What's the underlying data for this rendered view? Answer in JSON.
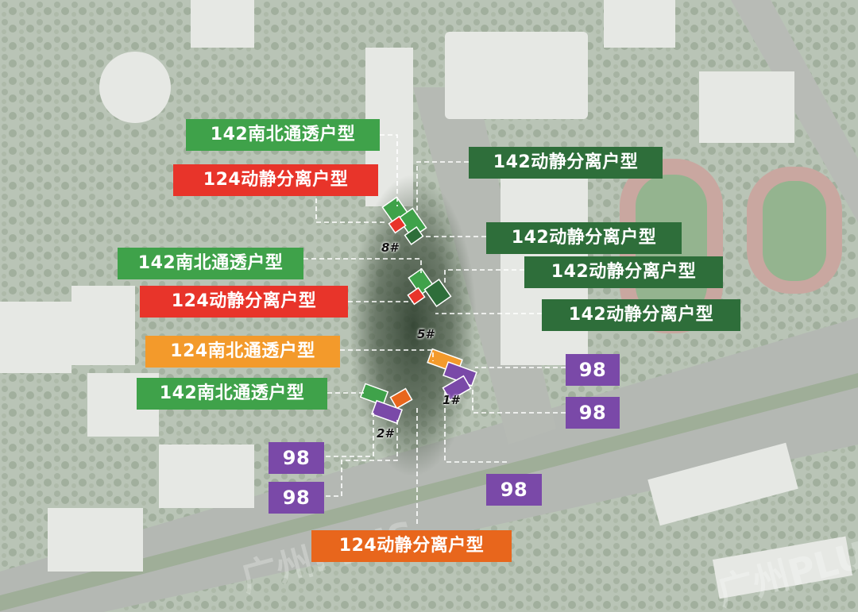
{
  "labels": {
    "l1": "142南北通透户型",
    "l2": "124动静分离户型",
    "l3": "142动静分离户型",
    "l4": "142动静分离户型",
    "l5": "142南北通透户型",
    "l6": "142动静分离户型",
    "l7": "124动静分离户型",
    "l8": "142动静分离户型",
    "l9": "124南北通透户型",
    "l10": "98",
    "l11": "142南北通透户型",
    "l12": "98",
    "l13": "98",
    "l14": "98",
    "l15": "98",
    "l16": "124动静分离户型"
  },
  "buildings": {
    "b8": "8#",
    "b5": "5#",
    "b1": "1#",
    "b2": "2#"
  },
  "watermark": "广州PLUS",
  "colors": {
    "light_green": "#3fa24a",
    "dark_green": "#2e6e3a",
    "red": "#e8342a",
    "orange": "#f39a2b",
    "deep_orange": "#e8661c",
    "purple": "#7a49a8"
  }
}
